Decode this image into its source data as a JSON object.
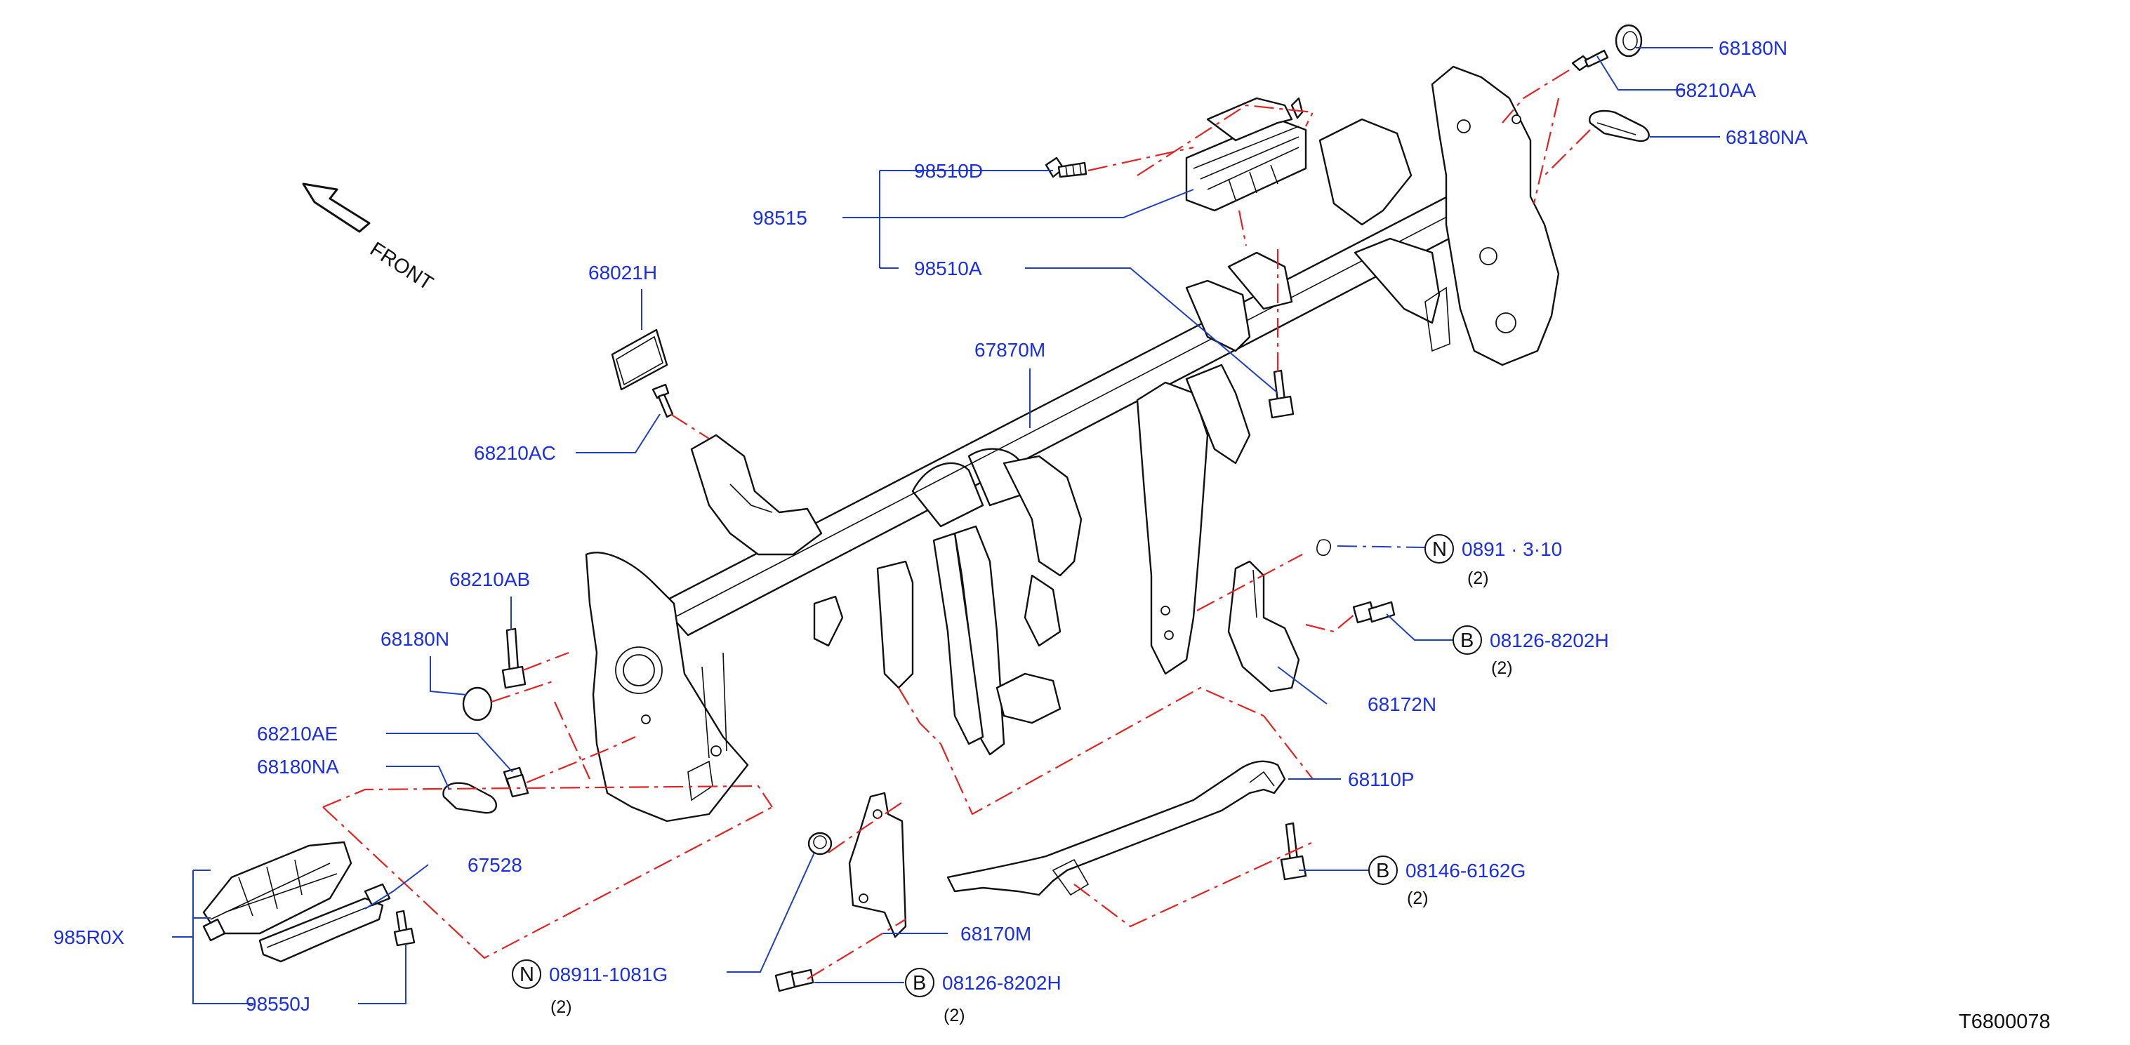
{
  "front_label": "FRONT",
  "diagram_code": "T6800078",
  "parts": {
    "p68180N_top": "68180N",
    "p68210AA": "68210AA",
    "p68180NA_top": "68180NA",
    "p98510D": "98510D",
    "p98515": "98515",
    "p98510A": "98510A",
    "p68021H": "68021H",
    "p67870M": "67870M",
    "p68210AC": "68210AC",
    "p68210AB": "68210AB",
    "p68180N_left": "68180N",
    "p68210AE": "68210AE",
    "p68180NA_left": "68180NA",
    "p67528": "67528",
    "p985R0X": "985R0X",
    "p98550J": "98550J",
    "p08911_1081G": "08911-1081G",
    "p08911_right": "0891  ·  3·10",
    "p08126_8202H_right": "08126-8202H",
    "p68172N": "68172N",
    "p68110P": "68110P",
    "p08146_6162G": "08146-6162G",
    "p68170M": "68170M",
    "p08126_8202H_bottom": "08126-8202H"
  },
  "markers": {
    "n": "N",
    "b": "B"
  },
  "quantities": {
    "q2": "(2)"
  },
  "colors": {
    "label": "#1a2ee6",
    "leader": "#1f3fbf",
    "dash": "#e32222",
    "line": "#111111"
  },
  "icons": [
    "front-arrow-icon"
  ]
}
